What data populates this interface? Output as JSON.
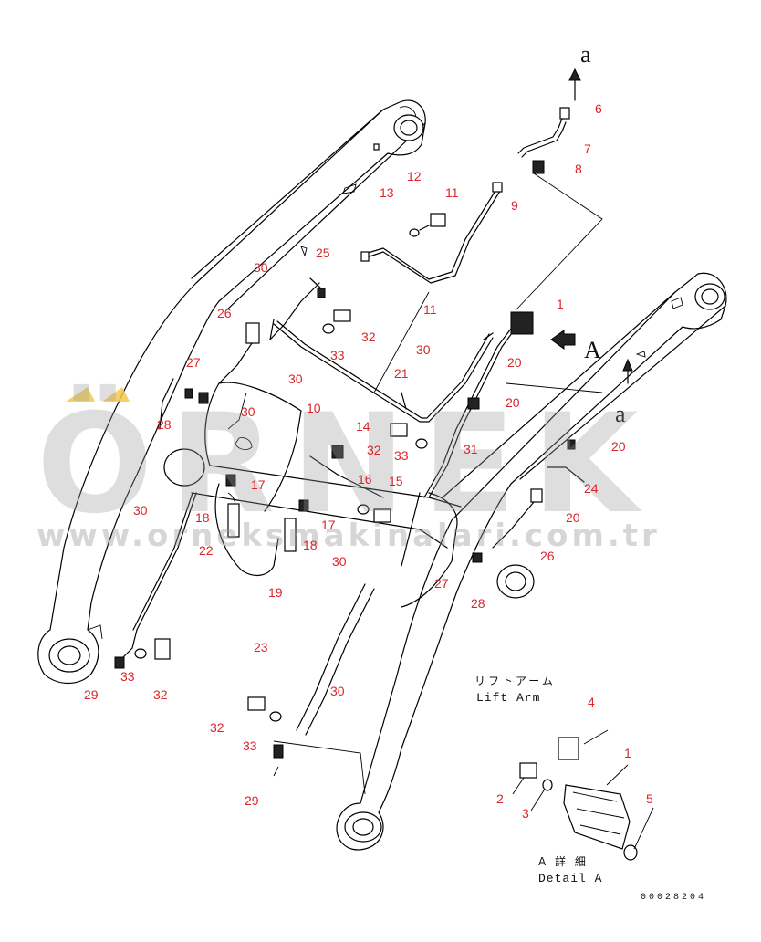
{
  "watermark": {
    "brand": "ÖRNEK",
    "url": "www.orneksmakinalari.com.tr",
    "accent_color": "#f2c94c"
  },
  "view_marker": {
    "letter": "A"
  },
  "flow_labels": {
    "top": "a",
    "right": "a"
  },
  "captions": {
    "main_jp": "リフトアーム",
    "main_en": "Lift Arm",
    "detail_jp": "A 詳 細",
    "detail_en": "Detail A"
  },
  "figure_code": "00028204",
  "callouts": [
    {
      "id": "c6",
      "text": "6"
    },
    {
      "id": "c7",
      "text": "7"
    },
    {
      "id": "c8",
      "text": "8"
    },
    {
      "id": "c9",
      "text": "9"
    },
    {
      "id": "c11a",
      "text": "11"
    },
    {
      "id": "c12",
      "text": "12"
    },
    {
      "id": "c13",
      "text": "13"
    },
    {
      "id": "c25",
      "text": "25"
    },
    {
      "id": "c30a",
      "text": "30"
    },
    {
      "id": "c11b",
      "text": "11"
    },
    {
      "id": "c1a",
      "text": "1"
    },
    {
      "id": "c26a",
      "text": "26"
    },
    {
      "id": "c32a",
      "text": "32"
    },
    {
      "id": "c33a",
      "text": "33"
    },
    {
      "id": "c30b",
      "text": "30"
    },
    {
      "id": "c20a",
      "text": "20"
    },
    {
      "id": "c27a",
      "text": "27"
    },
    {
      "id": "c30c",
      "text": "30"
    },
    {
      "id": "c21",
      "text": "21"
    },
    {
      "id": "c28a",
      "text": "28"
    },
    {
      "id": "c20b",
      "text": "20"
    },
    {
      "id": "c10",
      "text": "10"
    },
    {
      "id": "c30d",
      "text": "30"
    },
    {
      "id": "c14",
      "text": "14"
    },
    {
      "id": "c33b",
      "text": "33"
    },
    {
      "id": "c31",
      "text": "31"
    },
    {
      "id": "c20c",
      "text": "20"
    },
    {
      "id": "c32b",
      "text": "32"
    },
    {
      "id": "c16",
      "text": "16"
    },
    {
      "id": "c15",
      "text": "15"
    },
    {
      "id": "c17a",
      "text": "17"
    },
    {
      "id": "c24",
      "text": "24"
    },
    {
      "id": "c30e",
      "text": "30"
    },
    {
      "id": "c18a",
      "text": "18"
    },
    {
      "id": "c17b",
      "text": "17"
    },
    {
      "id": "c20d",
      "text": "20"
    },
    {
      "id": "c22",
      "text": "22"
    },
    {
      "id": "c18b",
      "text": "18"
    },
    {
      "id": "c26b",
      "text": "26"
    },
    {
      "id": "c30f",
      "text": "30"
    },
    {
      "id": "c27b",
      "text": "27"
    },
    {
      "id": "c19",
      "text": "19"
    },
    {
      "id": "c28b",
      "text": "28"
    },
    {
      "id": "c23",
      "text": "23"
    },
    {
      "id": "c30g",
      "text": "30"
    },
    {
      "id": "c33c",
      "text": "33"
    },
    {
      "id": "c29a",
      "text": "29"
    },
    {
      "id": "c32c",
      "text": "32"
    },
    {
      "id": "c4",
      "text": "4"
    },
    {
      "id": "c32d",
      "text": "32"
    },
    {
      "id": "c1b",
      "text": "1"
    },
    {
      "id": "c33d",
      "text": "33"
    },
    {
      "id": "c2",
      "text": "2"
    },
    {
      "id": "c5",
      "text": "5"
    },
    {
      "id": "c3",
      "text": "3"
    },
    {
      "id": "c29b",
      "text": "29"
    }
  ]
}
